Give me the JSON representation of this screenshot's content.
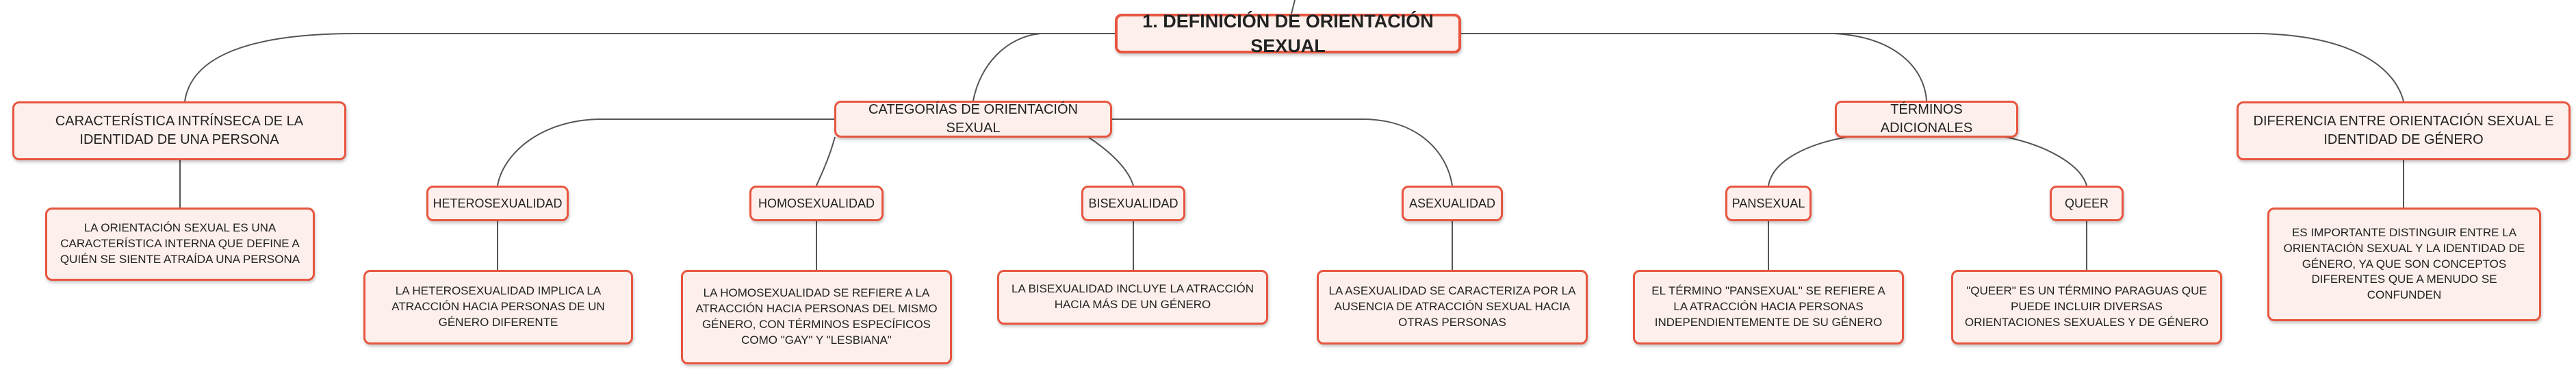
{
  "root": "1. DEFINICIÓN DE ORIENTACIÓN SEXUAL",
  "branches": {
    "caracteristica": {
      "title": "CARACTERÍSTICA INTRÍNSECA DE LA IDENTIDAD DE UNA PERSONA",
      "detail": "LA ORIENTACIÓN SEXUAL ES UNA CARACTERÍSTICA INTERNA QUE DEFINE A QUIÉN SE SIENTE ATRAÍDA UNA PERSONA"
    },
    "categorias": {
      "title": "CATEGORÍAS DE ORIENTACIÓN SEXUAL",
      "items": [
        {
          "label": "HETEROSEXUALIDAD",
          "detail": "LA HETEROSEXUALIDAD IMPLICA LA ATRACCIÓN HACIA PERSONAS DE UN GÉNERO DIFERENTE"
        },
        {
          "label": "HOMOSEXUALIDAD",
          "detail": "LA HOMOSEXUALIDAD SE REFIERE A LA ATRACCIÓN HACIA PERSONAS DEL MISMO GÉNERO, CON TÉRMINOS ESPECÍFICOS COMO \"GAY\" Y \"LESBIANA\""
        },
        {
          "label": "BISEXUALIDAD",
          "detail": "LA BISEXUALIDAD INCLUYE LA ATRACCIÓN HACIA MÁS DE UN GÉNERO"
        },
        {
          "label": "ASEXUALIDAD",
          "detail": "LA ASEXUALIDAD SE CARACTERIZA POR LA AUSENCIA DE ATRACCIÓN SEXUAL HACIA OTRAS PERSONAS"
        }
      ]
    },
    "terminos": {
      "title": "TÉRMINOS ADICIONALES",
      "items": [
        {
          "label": "PANSEXUAL",
          "detail": "EL TÉRMINO \"PANSEXUAL\" SE REFIERE A LA ATRACCIÓN HACIA PERSONAS INDEPENDIENTEMENTE DE SU GÉNERO"
        },
        {
          "label": "QUEER",
          "detail": "\"QUEER\" ES UN TÉRMINO PARAGUAS QUE PUEDE INCLUIR DIVERSAS ORIENTACIONES SEXUALES Y DE GÉNERO"
        }
      ]
    },
    "diferencia": {
      "title": "DIFERENCIA ENTRE ORIENTACIÓN SEXUAL E IDENTIDAD DE GÉNERO",
      "detail": "ES IMPORTANTE DISTINGUIR ENTRE LA ORIENTACIÓN SEXUAL Y LA IDENTIDAD DE GÉNERO, YA QUE SON CONCEPTOS DIFERENTES QUE A MENUDO SE CONFUNDEN"
    }
  },
  "colors": {
    "node_border": "#e8553f",
    "node_fill": "#fdf0ec",
    "connector": "#555555"
  }
}
